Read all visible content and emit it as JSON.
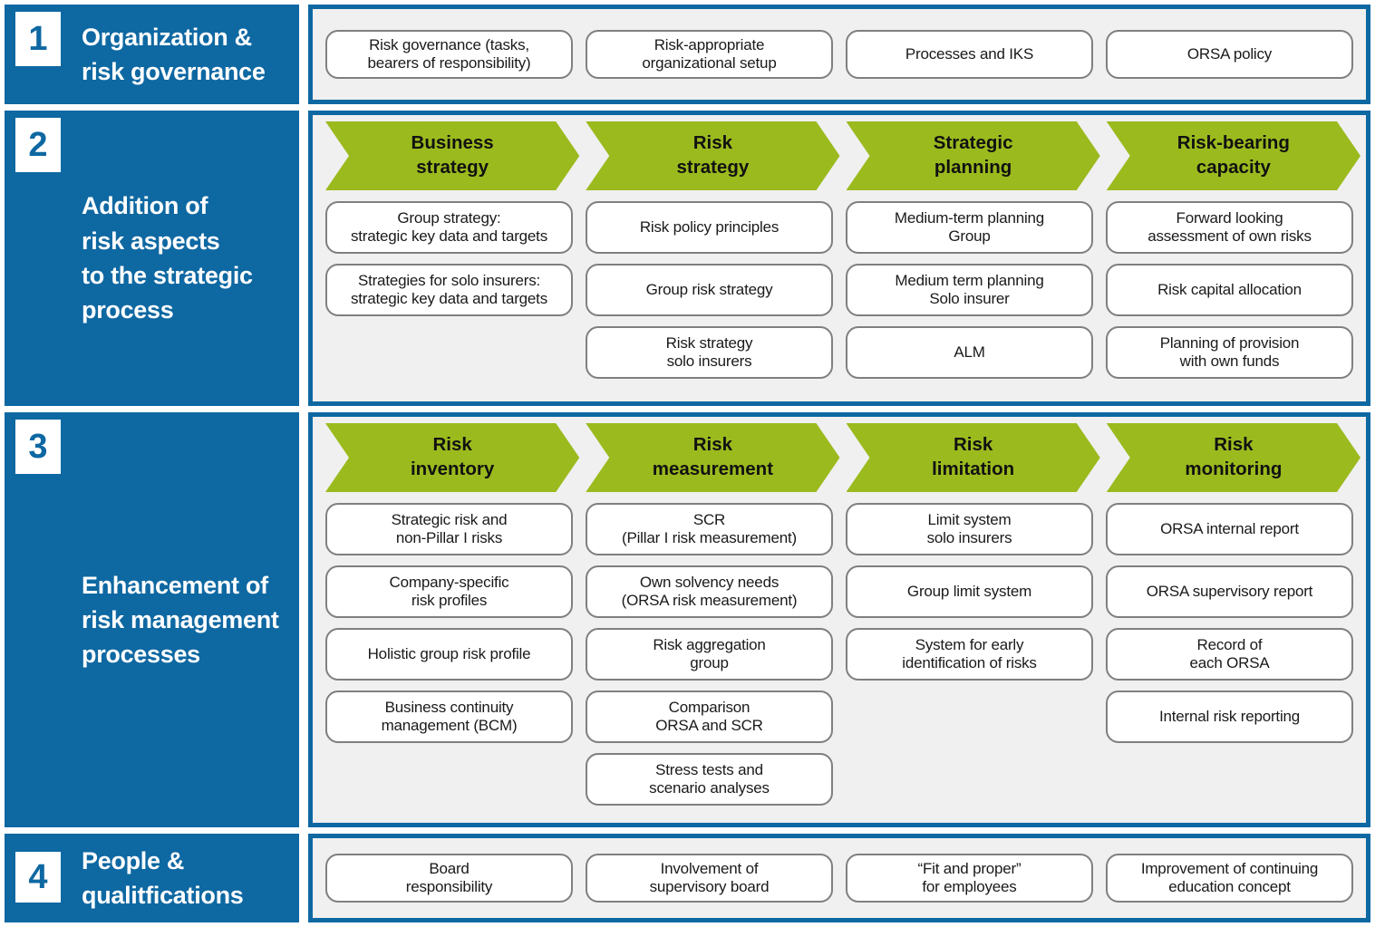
{
  "colors": {
    "blue": "#0E68A2",
    "green": "#9BBA1E",
    "panel_bg": "#F0F0F0",
    "box_border": "#7F7F7F"
  },
  "rows": [
    {
      "number": "1",
      "title": "Organization &\nrisk governance",
      "boxes": [
        "Risk governance (tasks,\nbearers of responsibility)",
        "Risk-appropriate\norganizational setup",
        "Processes and IKS",
        "ORSA policy"
      ]
    },
    {
      "number": "2",
      "title": "Addition of\nrisk aspects\nto the strategic\nprocess",
      "arrows": [
        "Business\nstrategy",
        "Risk\nstrategy",
        "Strategic\nplanning",
        "Risk-bearing\ncapacity"
      ],
      "columns": [
        [
          "Group strategy:\nstrategic key data and targets",
          "Strategies for solo insurers:\nstrategic key data and targets"
        ],
        [
          "Risk policy principles",
          "Group risk strategy",
          "Risk strategy\nsolo insurers"
        ],
        [
          "Medium-term planning\nGroup",
          "Medium term planning\nSolo insurer",
          "ALM"
        ],
        [
          "Forward looking\nassessment of own risks",
          "Risk capital allocation",
          "Planning of provision\nwith own funds"
        ]
      ]
    },
    {
      "number": "3",
      "title": "Enhancement of\nrisk management\nprocesses",
      "arrows": [
        "Risk\ninventory",
        "Risk\nmeasurement",
        "Risk\nlimitation",
        "Risk\nmonitoring"
      ],
      "columns": [
        [
          "Strategic risk and\nnon-Pillar I risks",
          "Company-specific\nrisk profiles",
          "Holistic group risk profile",
          "Business continuity\nmanagement (BCM)"
        ],
        [
          "SCR\n(Pillar I risk measurement)",
          "Own solvency needs\n(ORSA risk measurement)",
          "Risk aggregation\ngroup",
          "Comparison\nORSA and SCR",
          "Stress tests and\nscenario analyses"
        ],
        [
          "Limit system\nsolo insurers",
          "Group limit system",
          "System for early\nidentification of risks"
        ],
        [
          "ORSA internal report",
          "ORSA supervisory report",
          "Record of\neach ORSA",
          "Internal risk reporting"
        ]
      ]
    },
    {
      "number": "4",
      "title": "People &\nqualitfications",
      "boxes": [
        "Board\nresponsibility",
        "Involvement of\nsupervisory board",
        "“Fit and proper”\nfor employees",
        "Improvement of continuing\neducation concept"
      ]
    }
  ]
}
